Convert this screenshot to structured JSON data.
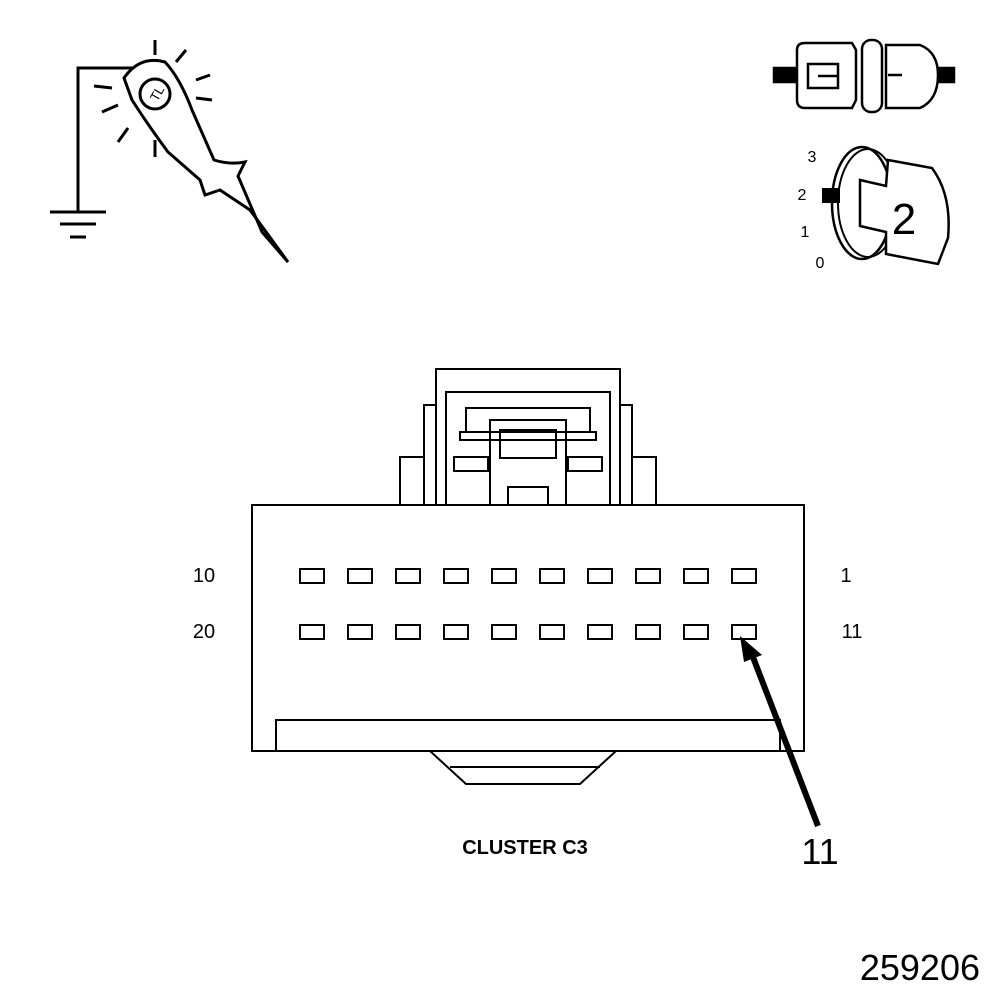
{
  "connector": {
    "name": "CLUSTER C3",
    "row_top_left_label": "10",
    "row_top_right_label": "1",
    "row_bottom_left_label": "20",
    "row_bottom_right_label": "11",
    "pins_per_row": 10,
    "highlighted_pin_label": "11"
  },
  "ignition": {
    "positions": [
      "3",
      "2",
      "1",
      "0"
    ],
    "key_label": "2"
  },
  "figure_number": "259206",
  "icons": [
    "test-light-to-ground-icon",
    "connector-disconnected-icon",
    "ignition-key-position-icon"
  ]
}
